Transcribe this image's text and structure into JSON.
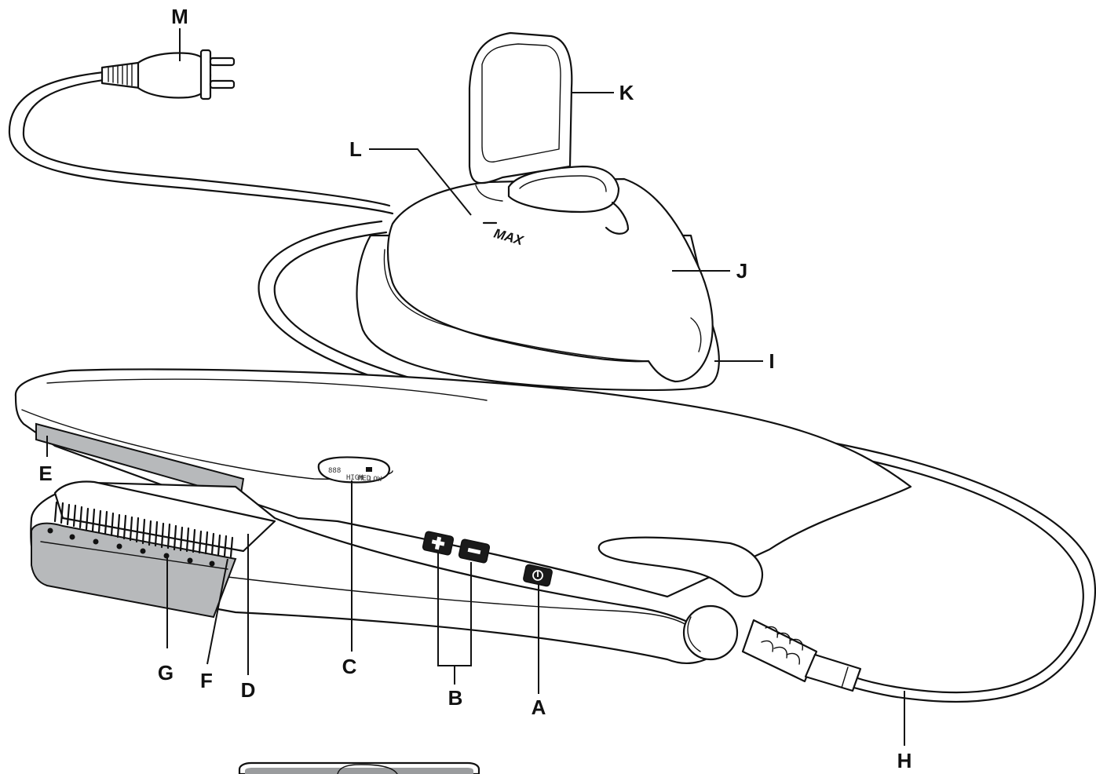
{
  "diagram": {
    "callouts": {
      "a": "A",
      "b": "B",
      "c": "C",
      "d": "D",
      "e": "E",
      "f": "F",
      "g": "G",
      "h": "H",
      "i": "I",
      "j": "J",
      "k": "K",
      "l": "L",
      "m": "M"
    },
    "tank_marking": "MAX",
    "display_digits": "888",
    "display_modes": [
      "HIGH",
      "MED",
      "LOW"
    ],
    "colors": {
      "line": "#111111",
      "plate": "#b7b9bb",
      "background": "#ffffff"
    }
  }
}
